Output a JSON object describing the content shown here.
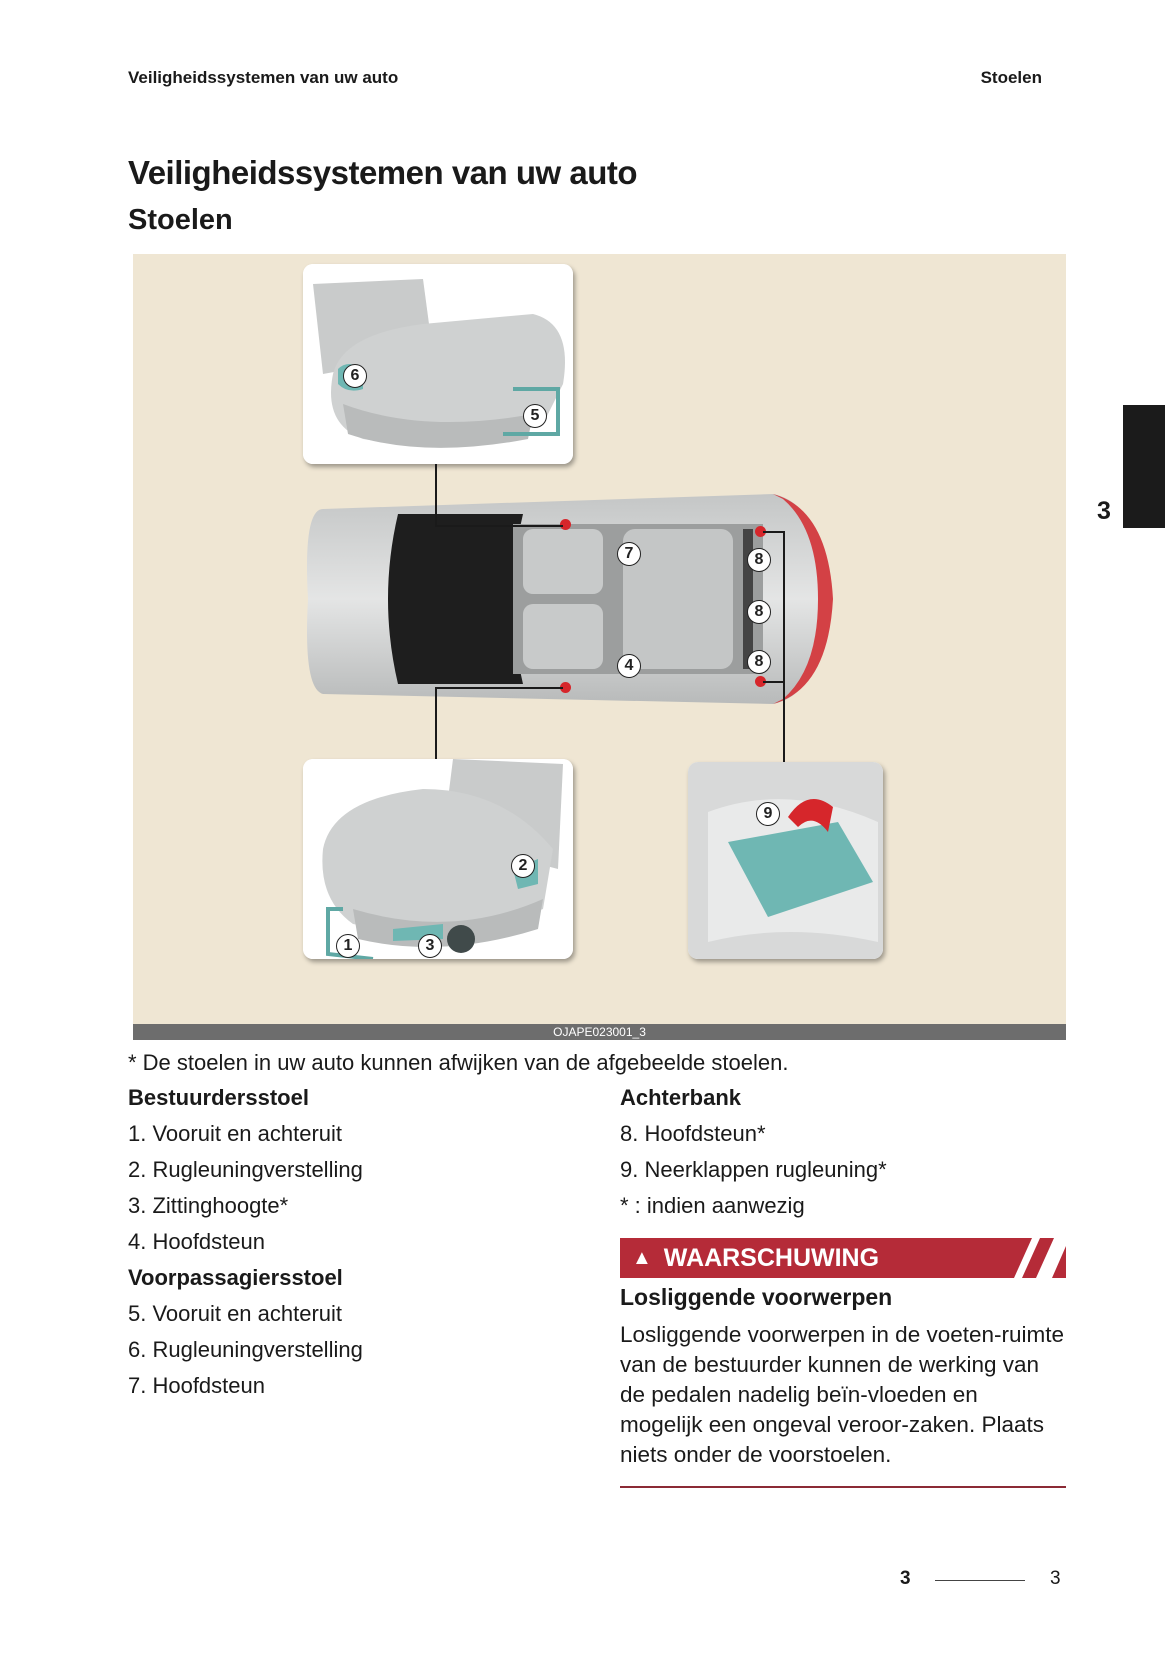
{
  "header": {
    "running_left": "Veiligheidssystemen van uw auto",
    "running_right": "Stoelen",
    "chapter_tab_number": "3"
  },
  "titles": {
    "h1": "Veiligheidssystemen van uw auto",
    "h2": "Stoelen"
  },
  "figure": {
    "caption_code": "OJAPE023001_3",
    "background_color": "#efe6d3",
    "callouts": [
      "1",
      "2",
      "3",
      "4",
      "5",
      "6",
      "7",
      "8",
      "8",
      "8",
      "9"
    ],
    "insets": [
      "front-passenger-seat-closeup",
      "driver-seat-closeup",
      "rear-seat-fold-lever-closeup"
    ],
    "highlight_color": "#6fb7b3",
    "marker_color": "#d6262b"
  },
  "note": "* De stoelen in uw auto kunnen afwijken van de afgebeelde stoelen.",
  "left_column": {
    "sections": [
      {
        "heading": "Bestuurdersstoel",
        "items": [
          "1.  Vooruit en achteruit",
          "2. Rugleuningverstelling",
          "3. Zittinghoogte*",
          "4. Hoofdsteun"
        ]
      },
      {
        "heading": "Voorpassagiersstoel",
        "items": [
          "5. Vooruit en achteruit",
          "6. Rugleuningverstelling",
          "7. Hoofdsteun"
        ]
      }
    ]
  },
  "right_column": {
    "heading": "Achterbank",
    "items": [
      "8. Hoofdsteun*",
      "9. Neerklappen rugleuning*"
    ],
    "footnote": "* : indien aanwezig"
  },
  "warning": {
    "icon": "warning-triangle-icon",
    "label": "WAARSCHUWING",
    "color": "#b52b38",
    "title": "Losliggende voorwerpen",
    "body": "Losliggende voorwerpen in de voeten-ruimte van de bestuurder kunnen de werking van de pedalen nadelig beïn-vloeden en mogelijk een ongeval veroor-zaken. Plaats niets onder de voorstoelen."
  },
  "footer": {
    "chapter": "3",
    "page": "3"
  }
}
